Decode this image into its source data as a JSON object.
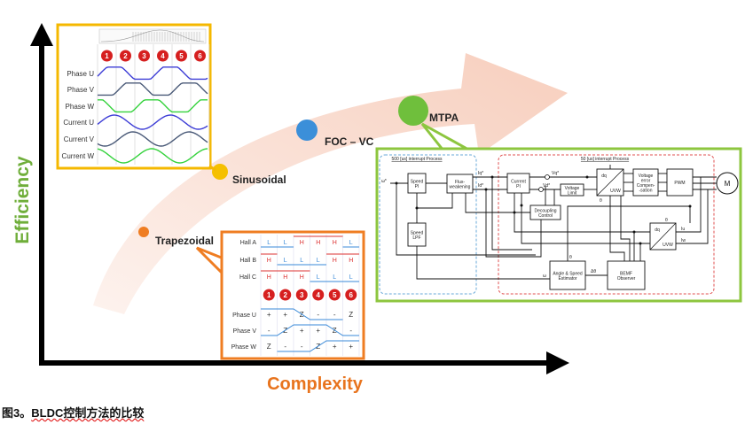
{
  "axes": {
    "y_label": "Efficiency",
    "x_label": "Complexity"
  },
  "colors": {
    "trapezoidal": "#ef7d22",
    "sinusoidal": "#f5c000",
    "foc": "#3b8fd9",
    "mtpa": "#6fbf3c",
    "efficiency": "#6fae3a",
    "complexity": "#e8741e",
    "arrow": "#f8d6c8"
  },
  "methods": [
    {
      "label": "Trapezoidal"
    },
    {
      "label": "Sinusoidal"
    },
    {
      "label": "FOC – VC"
    },
    {
      "label": "MTPA"
    }
  ],
  "sinusoidal_panel": {
    "steps": [
      "1",
      "2",
      "3",
      "4",
      "5",
      "6"
    ],
    "rows": [
      "Phase U",
      "Phase V",
      "Phase W",
      "Current U",
      "Current V",
      "Current W"
    ]
  },
  "trapezoidal_panel": {
    "steps": [
      "1",
      "2",
      "3",
      "4",
      "5",
      "6"
    ],
    "hall_rows": [
      {
        "label": "Hall A",
        "values": [
          "L",
          "L",
          "H",
          "H",
          "H",
          "L"
        ]
      },
      {
        "label": "Hall B",
        "values": [
          "H",
          "L",
          "L",
          "L",
          "H",
          "H"
        ]
      },
      {
        "label": "Hall C",
        "values": [
          "H",
          "H",
          "H",
          "L",
          "L",
          "L"
        ]
      }
    ],
    "phase_rows": [
      {
        "label": "Phase U",
        "values": [
          "+",
          "+",
          "Z",
          "-",
          "-",
          "Z"
        ]
      },
      {
        "label": "Phase V",
        "values": [
          "-",
          "Z",
          "+",
          "+",
          "Z",
          "-"
        ]
      },
      {
        "label": "Phase W",
        "values": [
          "Z",
          "-",
          "-",
          "Z",
          "+",
          "+"
        ]
      }
    ]
  },
  "mtpa_panel": {
    "region_500": "500 [us] interrupt Process",
    "region_50": "50 [us] interrupt Process",
    "blocks": {
      "speed_pi": [
        "Speed",
        "PI"
      ],
      "flux": [
        "Flux-",
        "weakening"
      ],
      "current_pi": [
        "Current",
        "PI"
      ],
      "voltage_limit": [
        "Voltage",
        "Limit"
      ],
      "dq_uvw": [
        "dq",
        "UVW"
      ],
      "vec": [
        "Voltage",
        "error",
        "Compen-",
        "-sation"
      ],
      "pwm": [
        "PWM"
      ],
      "motor": [
        "M"
      ],
      "decoupling": [
        "Decoupling",
        "Control"
      ],
      "speed_lpf": [
        "Speed",
        "LPF"
      ],
      "dq_uvw2": [
        "dq",
        "UVW"
      ],
      "estimator": [
        "Angle & Speed",
        "Estimator"
      ],
      "bemf": [
        "BEMF",
        "Observer"
      ]
    },
    "signals": {
      "w_ref": "ω*",
      "iq": "Iq*",
      "id": "Id*",
      "vq": "Vq*",
      "vd": "Vd*",
      "theta": "θ",
      "omega": "ω",
      "dtheta": "Δθ",
      "iu": "Iu",
      "iw": "Iw"
    }
  },
  "caption": {
    "prefix": "图3。",
    "text": "BLDC控制方法的比较"
  }
}
